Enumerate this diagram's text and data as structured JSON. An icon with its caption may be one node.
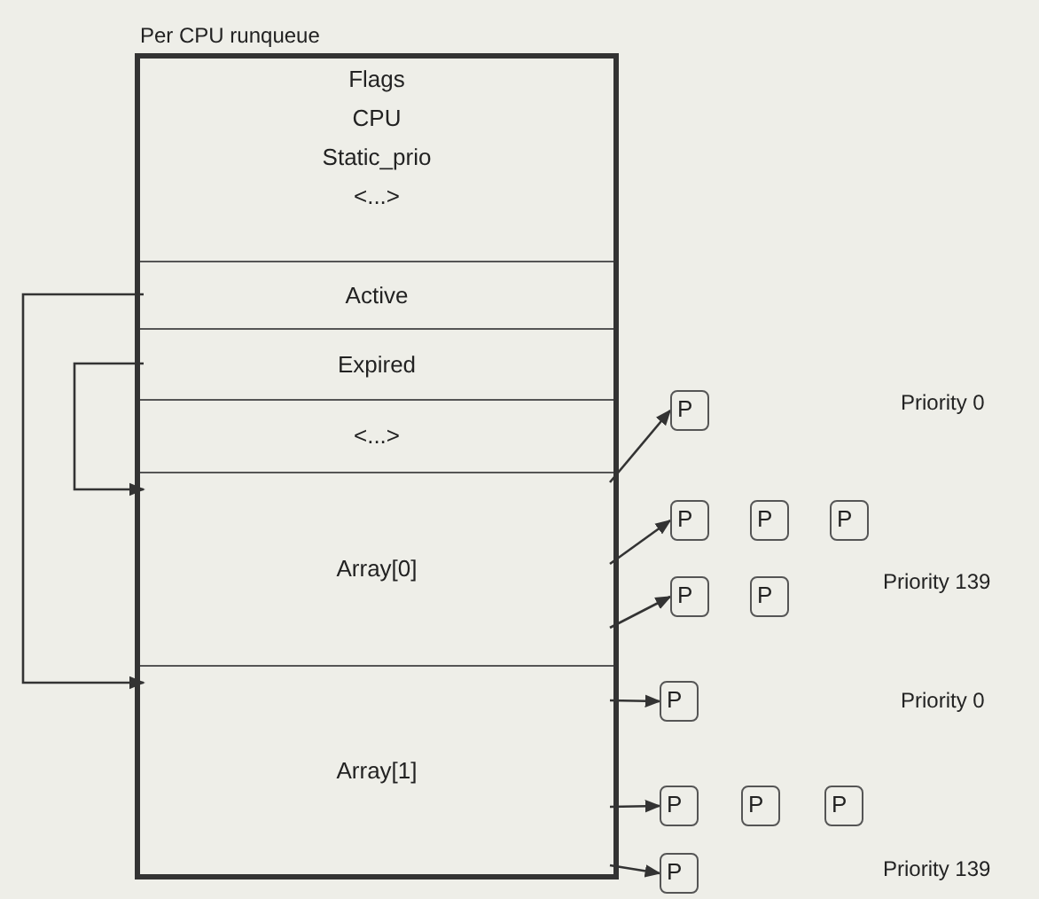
{
  "diagram": {
    "nodes": [
      {
        "text": [
          "Per CPU runqueue"
        ]
      },
      {
        "text": [
          "Flags",
          "CPU",
          "Static_prio",
          "<...>"
        ],
        "in": 0
      },
      {
        "text": [
          "Active"
        ],
        "in": 0
      },
      {
        "text": [
          "Expired"
        ],
        "in": 0
      },
      {
        "text": [
          "<...>"
        ],
        "in": 0
      },
      {
        "text": [
          "Array[0]"
        ],
        "in": 0
      },
      {
        "text": [
          "Array[1]"
        ],
        "in": 0
      },
      {
        "text": [
          "P"
        ]
      },
      {
        "text": [
          "P"
        ]
      },
      {
        "text": [
          "P"
        ]
      },
      {
        "text": [
          "P"
        ]
      },
      {
        "text": [
          "P"
        ]
      },
      {
        "text": [
          "P"
        ]
      },
      {
        "text": [
          "P"
        ]
      },
      {
        "text": [
          "P"
        ]
      },
      {
        "text": [
          "P"
        ]
      },
      {
        "text": [
          "P"
        ]
      },
      {
        "text": [
          "P"
        ]
      }
    ],
    "edges": [
      {
        "from": 2,
        "to": 6,
        "arrow": "to"
      },
      {
        "from": 3,
        "to": 5,
        "arrow": "to"
      },
      {
        "from": 5,
        "to": 7,
        "arrow": "to"
      },
      {
        "from": 5,
        "to": 8,
        "arrow": "to"
      },
      {
        "from": 5,
        "to": 11,
        "arrow": "to"
      },
      {
        "from": 6,
        "to": 13,
        "arrow": "to"
      },
      {
        "from": 6,
        "to": 14,
        "arrow": "to"
      },
      {
        "from": 6,
        "to": 17,
        "arrow": "to"
      }
    ],
    "labels": [
      "Priority 0",
      "Priority 139",
      "Priority 0",
      "Priority 139"
    ]
  }
}
